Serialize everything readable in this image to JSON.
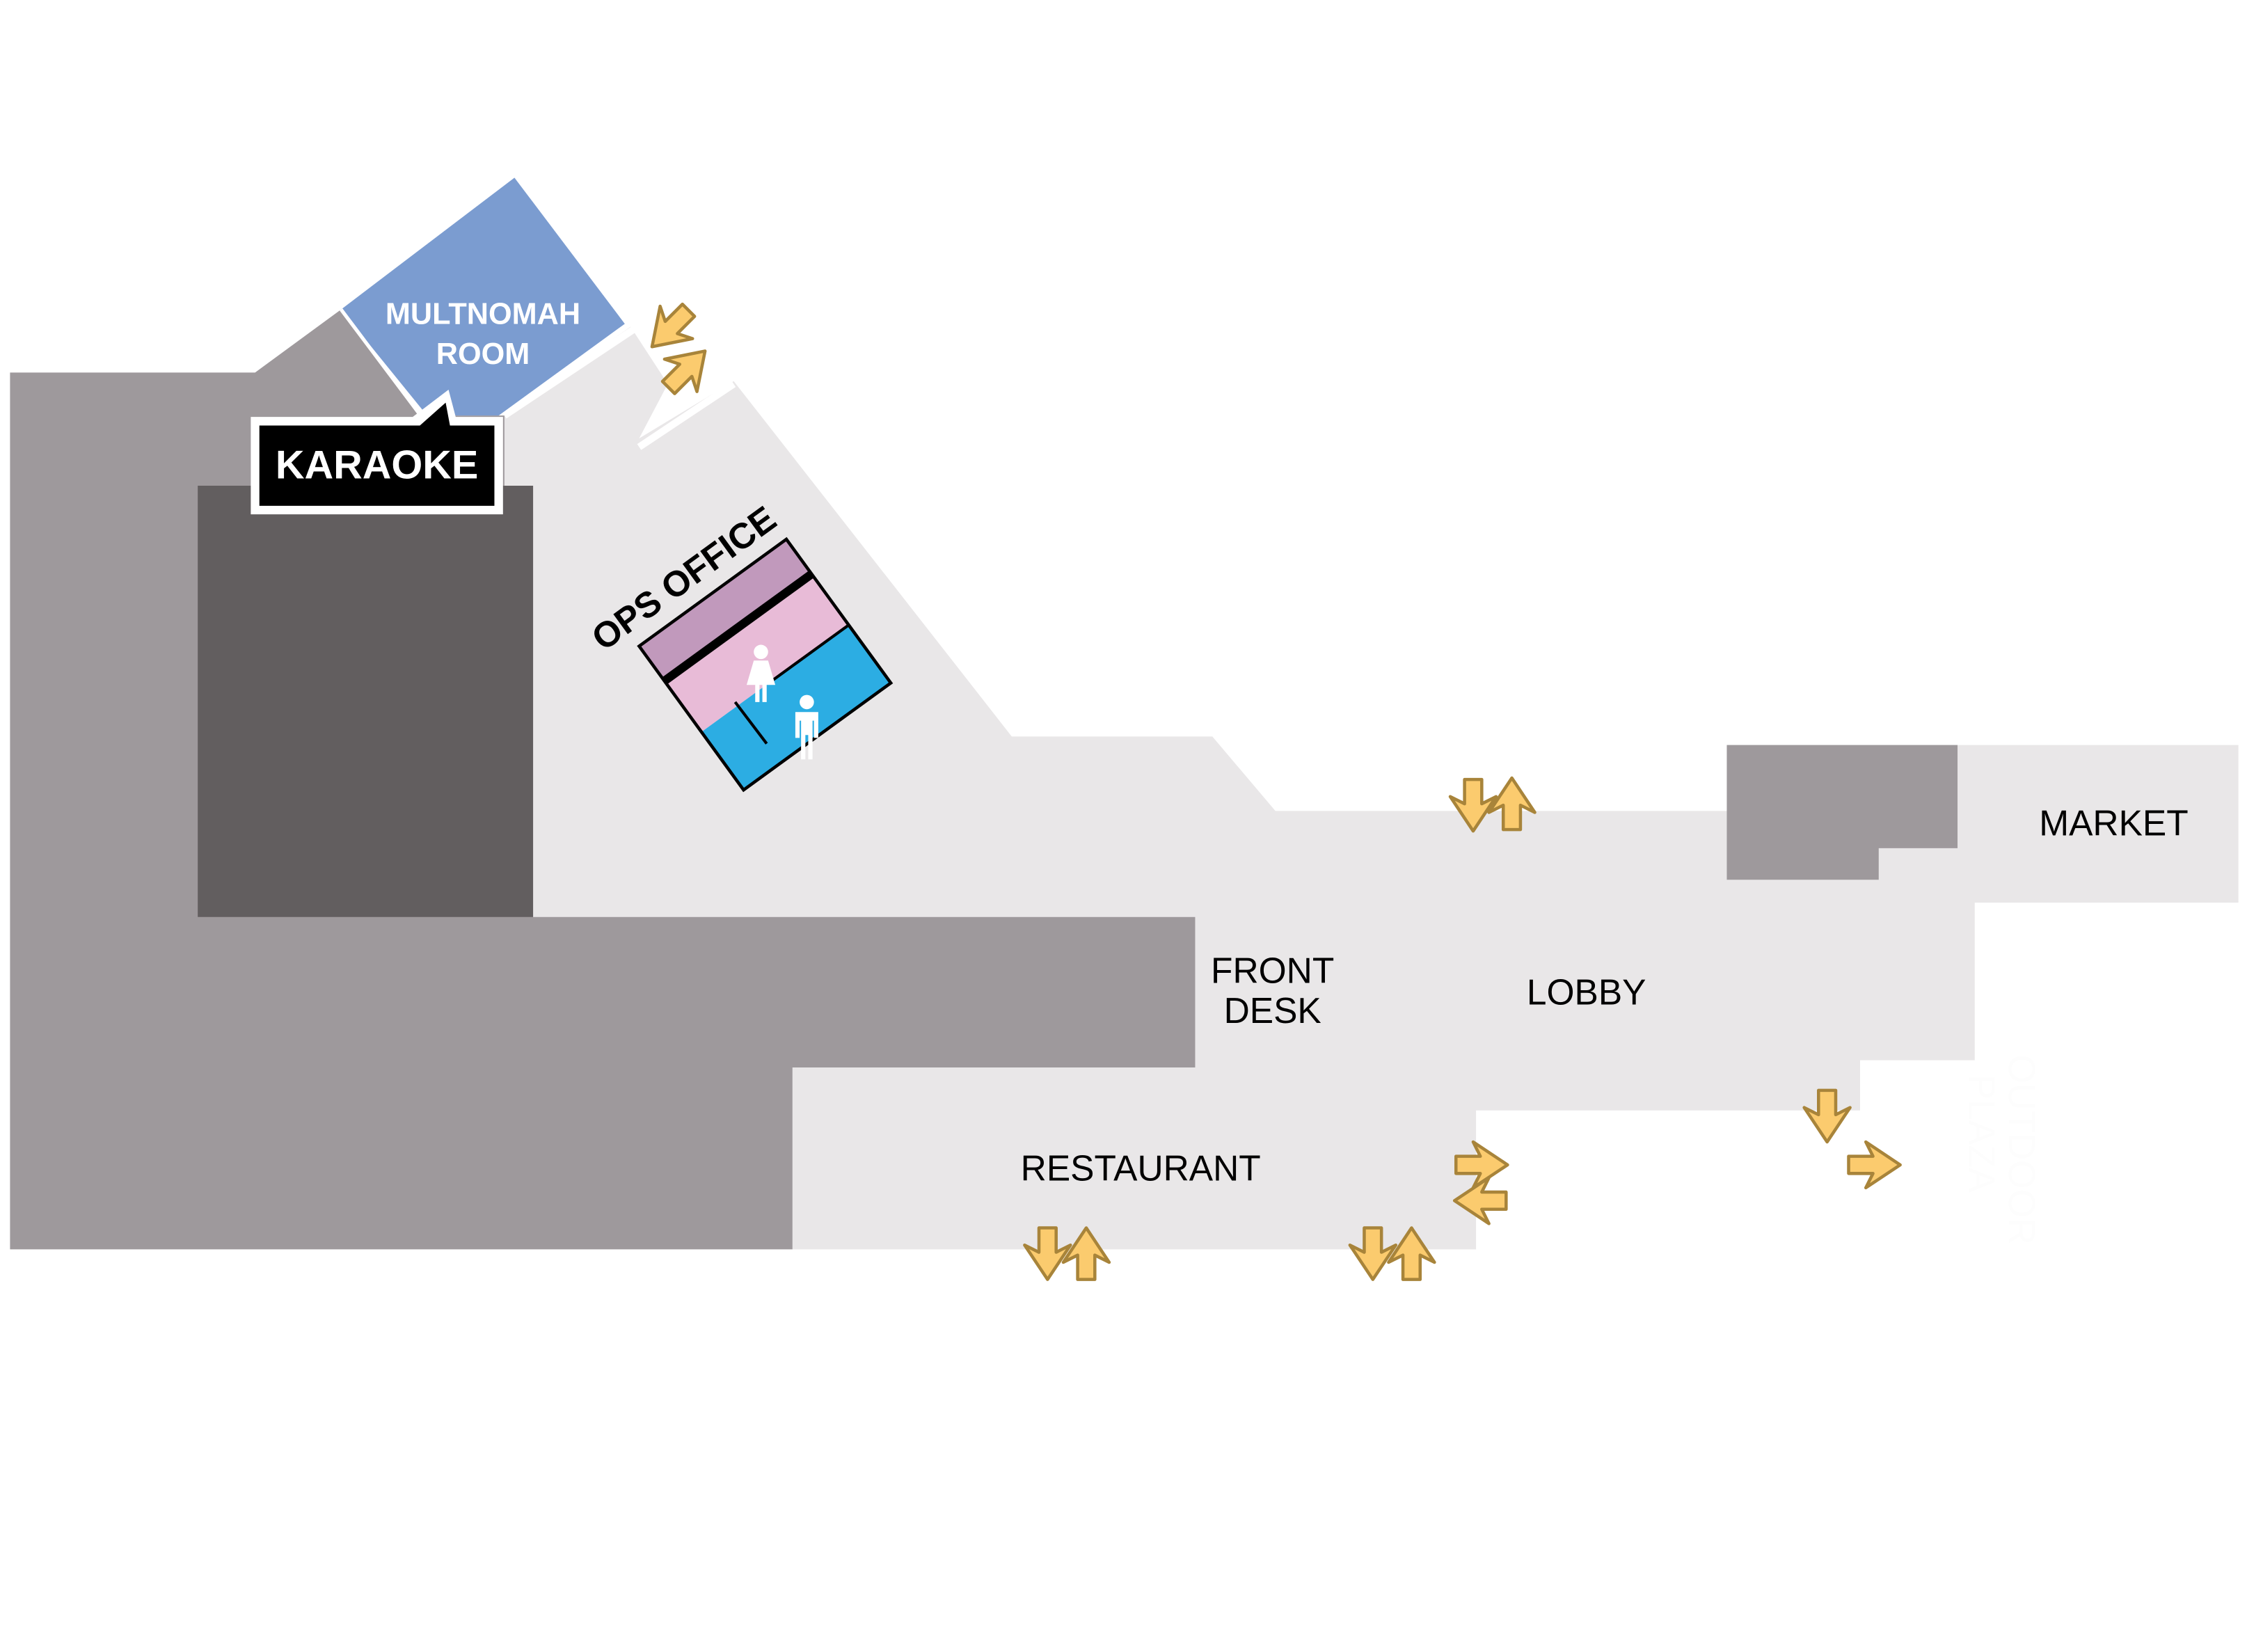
{
  "map": {
    "colors": {
      "background": "#ffffff",
      "floor": "#E9E7E8",
      "building_block": "#9E999C",
      "dark_block": "#625E5F",
      "meeting_room": "#7B9CD0",
      "restroom_utility": "#C199BC",
      "restroom_women": "#E8BBD7",
      "restroom_men": "#2CADE3",
      "arrow_fill": "#FBCB6E",
      "arrow_stroke": "#A8843A",
      "callout_bg": "#000000"
    },
    "rooms": {
      "multnomah": {
        "line1": "MULTNOMAH",
        "line2": "ROOM"
      },
      "karaoke": "KARAOKE",
      "ops_office": "OPS OFFICE",
      "front_desk": {
        "line1": "FRONT",
        "line2": "DESK"
      },
      "lobby": "LOBBY",
      "restaurant": "RESTAURANT",
      "market": "MARKET",
      "outdoor_plaza": {
        "line1": "OUTDOOR",
        "line2": "PLAZA"
      }
    },
    "icons": {
      "women_restroom": "woman-icon",
      "men_restroom": "man-icon",
      "entrance_arrows": "bidirectional-arrow-icon"
    }
  }
}
